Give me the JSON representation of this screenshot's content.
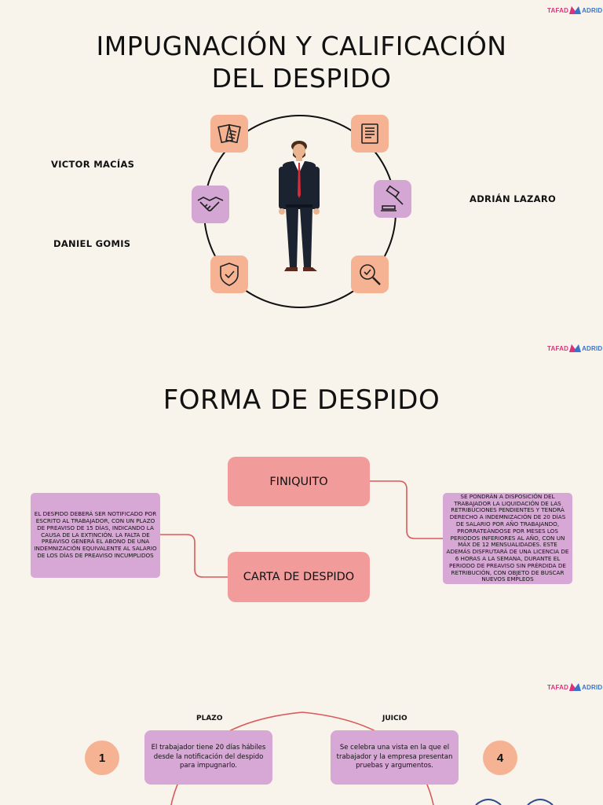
{
  "logo": {
    "part1": "TAFAD",
    "part2": "ADRID"
  },
  "slide1": {
    "title_line1": "IMPUGNACIÓN Y CALIFICACIÓN",
    "title_line2": "DEL DESPIDO",
    "authors": [
      "VICTOR MACÍAS",
      "DANIEL GOMIS",
      "ADRIÁN LAZARO"
    ],
    "icons": [
      "documents-icon",
      "certificate-icon",
      "handshake-icon",
      "gavel-icon",
      "shield-check-icon",
      "magnifier-check-icon"
    ]
  },
  "slide2": {
    "title": "FORMA DE DESPIDO",
    "finiquito": "FINIQUITO",
    "carta": "CARTA DE DESPIDO",
    "left_note": "EL DESPIDO DEBERÁ SER NOTIFICADO POR ESCRITO AL TRABAJADOR, CON UN PLAZO DE PREAVISO DE 15 DÍAS, INDICANDO LA CAUSA DE LA EXTINCIÓN. LA FALTA DE PREAVISO GENERÁ EL ABONO DE UNA INDEMNIZACIÓN EQUIVALENTE AL SALARIO DE LOS DÍAS DE PREAVISO INCUMPLIDOS",
    "right_note": "SE PONDRÁN A DISPOSICIÓN DEL TRABAJADOR LA LIQUIDACIÓN DE LAS RETRIBUCIONES PENDIENTES Y TENDRÁ DERECHO A INDEMNIZACIÓN DE 20 DÍAS DE SALARIO POR AÑO TRABAJANDO, PRORRATEÁNDOSE POR MESES LOS PERIODOS INFERIORES AL AÑO, CON UN MÁX DE 12 MENSUALIDADES. ESTE ADEMÁS DISFRUTARÁ DE UNA LICENCIA DE 6 HORAS A LA SEMANA, DURANTE EL PERIODO DE PREAVISO SIN PRÉRDIDA DE RETRIBUCIÓN, CON OBJETO DE BUSCAR NUEVOS EMPLEOS"
  },
  "slide3": {
    "plazo_label": "PLAZO",
    "juicio_label": "JUICIO",
    "plazo_text": "El trabajador tiene 20 días hábiles desde la notificación del despido para impugnarlo.",
    "juicio_text": "Se celebra una vista en la que el trabajador y la empresa presentan pruebas y argumentos.",
    "num1": "1",
    "num4": "4"
  },
  "colors": {
    "background": "#f8f4ec",
    "peach": "#f6b393",
    "lilac": "#d4a6d3",
    "salmon": "#f29b9b",
    "connector": "#d95a5a"
  }
}
